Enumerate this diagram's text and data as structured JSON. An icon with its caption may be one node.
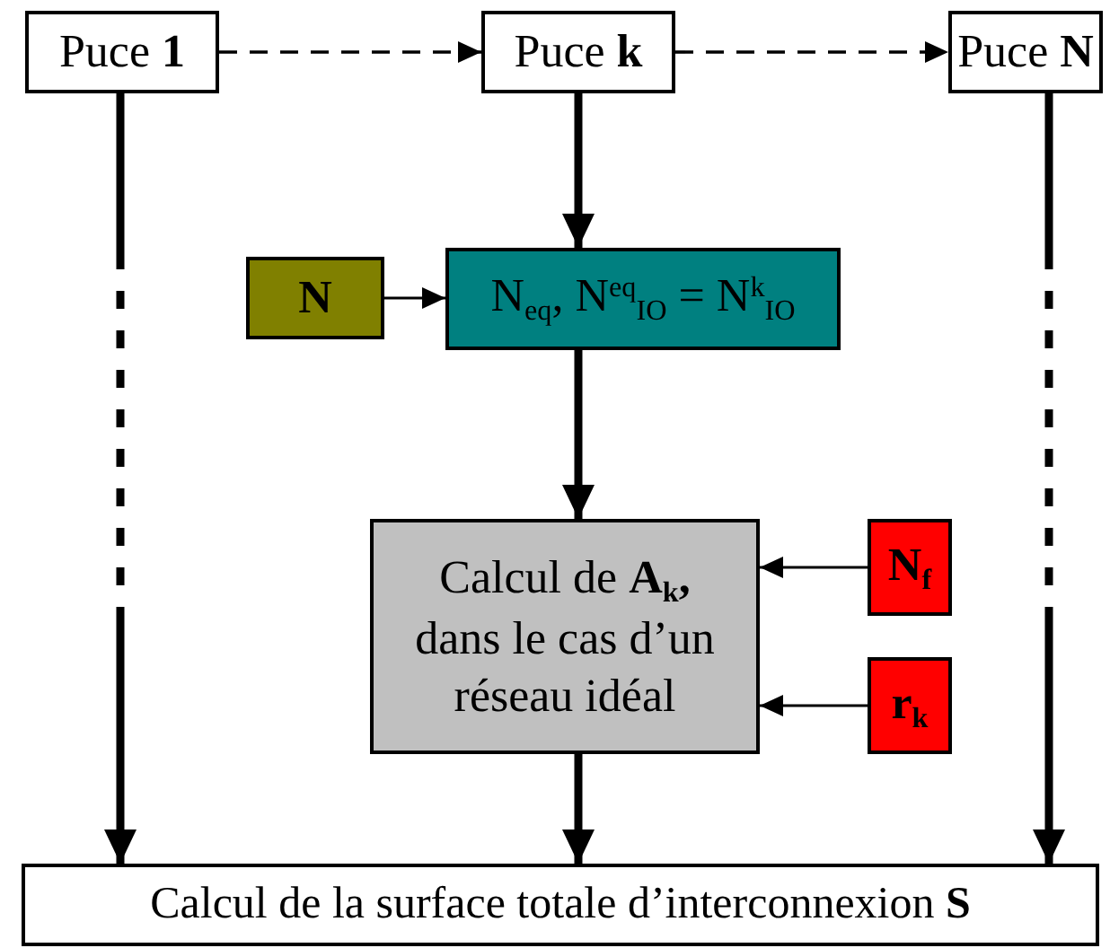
{
  "diagram": {
    "nodes": [
      {
        "text": [
          "Puce **1**"
        ]
      },
      {
        "text": [
          "Puce **k**"
        ]
      },
      {
        "text": [
          "Puce **N**"
        ]
      },
      {
        "text": [
          "N"
        ]
      },
      {
        "text": [
          "N$_{eq}$, N$^{eq}$$_{IO}$ = N$^{k}$$_{IO}$"
        ]
      },
      {
        "text": [
          "Calcul de **A**$_{k}$**,** dans le cas d’un réseau idéal"
        ]
      },
      {
        "text": [
          "N$_{f}$"
        ]
      },
      {
        "text": [
          "r$_{k}$"
        ]
      },
      {
        "text": [
          "Calcul de la surface totale d’interconnexion **S**"
        ]
      }
    ],
    "edges": [
      {
        "from": 0,
        "to": 1,
        "arrow": "to",
        "style": "dashed"
      },
      {
        "from": 1,
        "to": 2,
        "arrow": "to",
        "style": "dashed"
      },
      {
        "from": 0,
        "to": 8,
        "arrow": "to",
        "style": "dashed"
      },
      {
        "from": 1,
        "to": 4,
        "arrow": "to",
        "style": "thick"
      },
      {
        "from": 2,
        "to": 8,
        "arrow": "to",
        "style": "dashed"
      },
      {
        "from": 3,
        "to": 4,
        "arrow": "to"
      },
      {
        "from": 4,
        "to": 5,
        "arrow": "to",
        "style": "thick"
      },
      {
        "from": 6,
        "to": 5,
        "arrow": "to"
      },
      {
        "from": 7,
        "to": 5,
        "arrow": "to"
      },
      {
        "from": 5,
        "to": 8,
        "arrow": "to",
        "style": "thick"
      }
    ]
  }
}
